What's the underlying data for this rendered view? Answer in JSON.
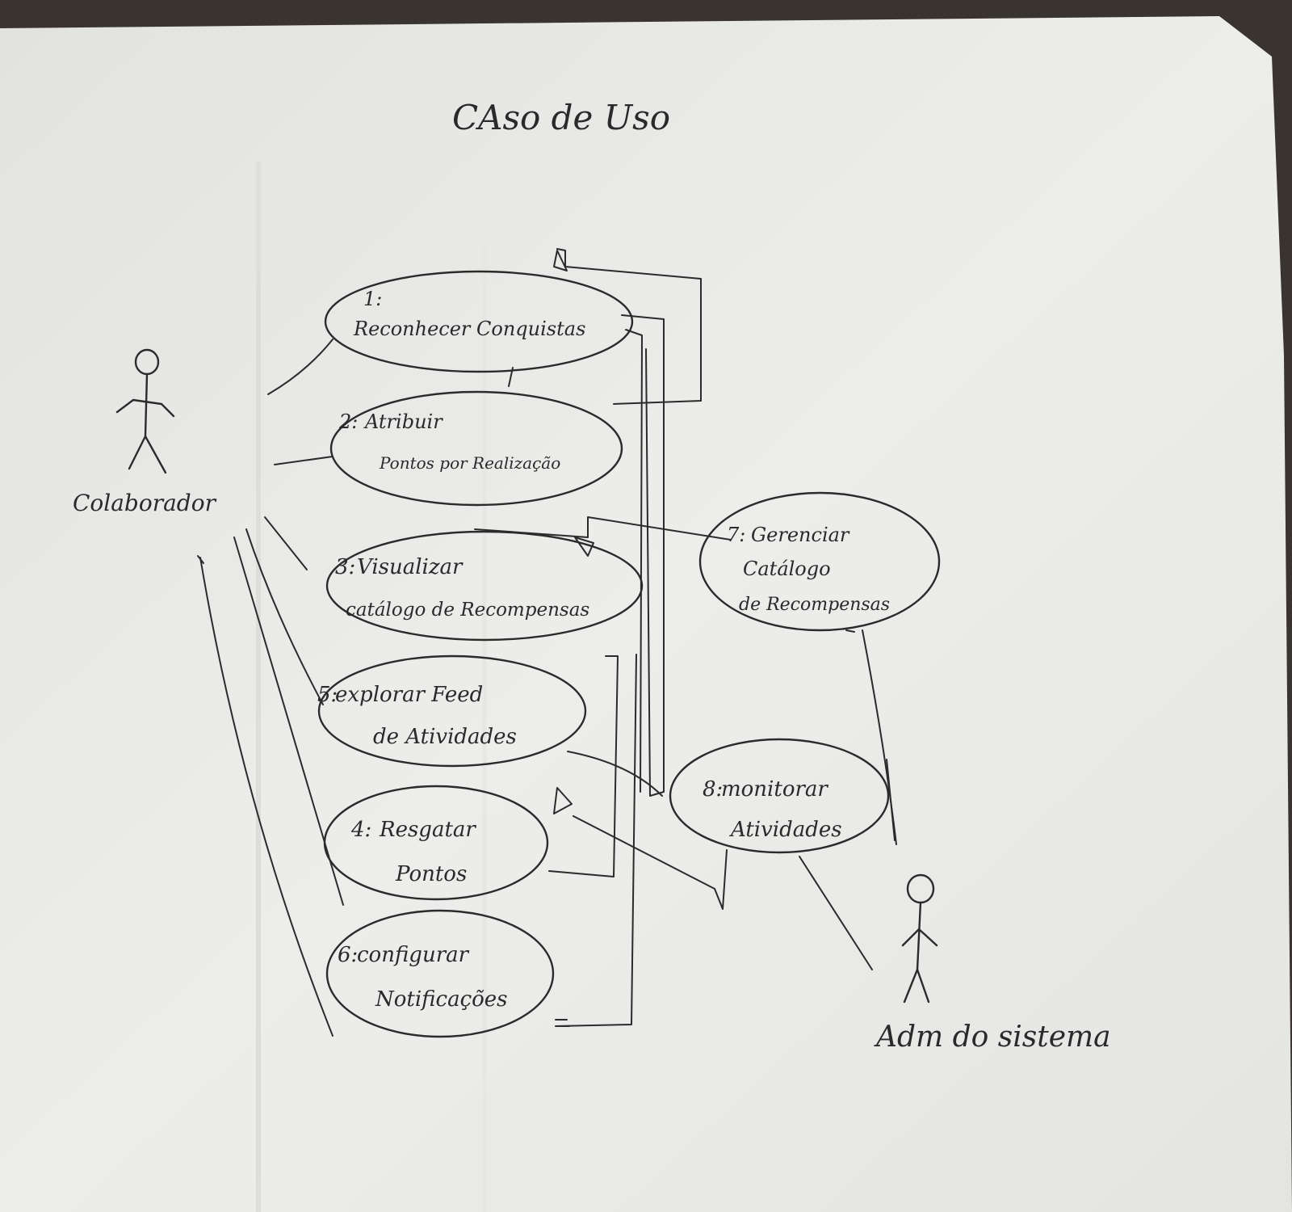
{
  "title": "CAso de Uso",
  "actors": {
    "collaborator": "Colaborador",
    "admin": "Adm do sistema"
  },
  "use_cases": {
    "uc1": {
      "number": "1:",
      "line1": "Reconhecer Conquistas",
      "line2": ""
    },
    "uc2": {
      "number": "2:",
      "line1": "Atribuir",
      "line2": "Pontos por Realização"
    },
    "uc3": {
      "number": "3:",
      "line1": "Visualizar",
      "line2": "catálogo de Recompensas"
    },
    "uc5": {
      "number": "5:",
      "line1": "explorar Feed",
      "line2": "de Atividades"
    },
    "uc4": {
      "number": "4:",
      "line1": "Resgatar",
      "line2": "Pontos"
    },
    "uc6": {
      "number": "6:",
      "line1": "configurar",
      "line2": "Notificações"
    },
    "uc7": {
      "number": "7:",
      "line1": "Gerenciar",
      "line2": "Catálogo",
      "line3": "de Recompensas"
    },
    "uc8": {
      "number": "8:",
      "line1": "monitorar",
      "line2": "Atividades"
    }
  },
  "colors": {
    "paper": "#ececea",
    "ink": "#2b2b2b",
    "background": "#3a3430"
  }
}
